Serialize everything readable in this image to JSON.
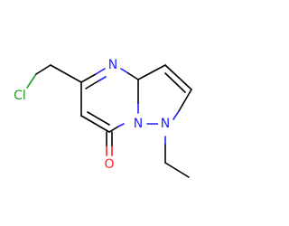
{
  "molecule": {
    "atoms": {
      "chlorine": {
        "symbol": "Cl",
        "color": "#1f9c1f"
      },
      "n_ring_top": {
        "symbol": "N",
        "color": "#1f1fff"
      },
      "n_bridge": {
        "symbol": "N",
        "color": "#1f1fff"
      },
      "n_ethyl": {
        "symbol": "N",
        "color": "#1f1fff"
      },
      "oxygen": {
        "symbol": "O",
        "color": "#ff1f1f"
      }
    },
    "bond_color": "#000000"
  }
}
